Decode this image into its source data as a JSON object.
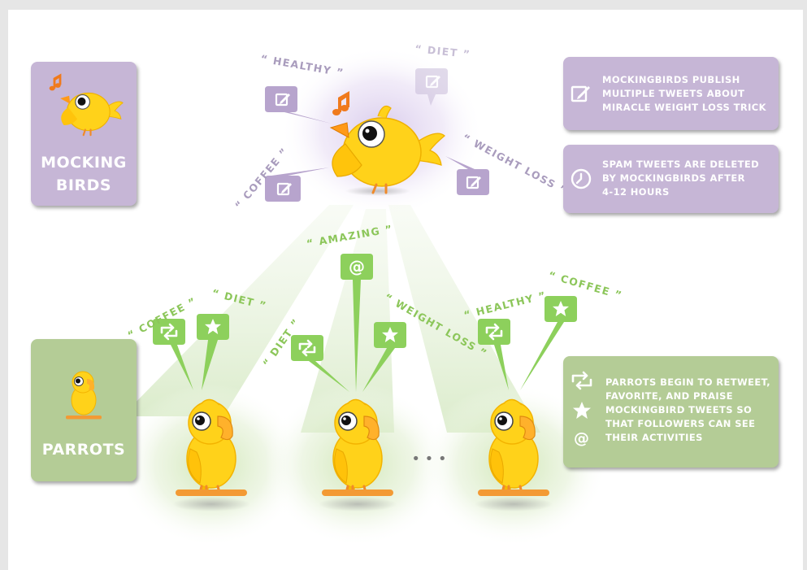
{
  "mockingbirds_card": {
    "title": "MOCKING\nBIRDS"
  },
  "parrots_card": {
    "title": "PARROTS"
  },
  "info": {
    "publish_text": "MOCKINGBIRDS PUBLISH\nMULTIPLE TWEETS ABOUT\nMIRACLE WEIGHT LOSS TRICK",
    "delete_text": "SPAM TWEETS  ARE DELETED\nBY MOCKINGBIRDS AFTER\n4-12 HOURS",
    "parrots_text": "PARROTS BEGIN TO RETWEET,\nFAVORITE, AND PRAISE\nMOCKINGBIRD TWEETS  SO\nTHAT FOLLOWERS CAN SEE\nTHEIR ACTIVITIES"
  },
  "mockingbird_labels": {
    "healthy": "“ HEALTHY ”",
    "diet": "“ DIET ”",
    "coffee": "“ COFFEE ”",
    "weight_loss": "“ WEIGHT LOSS ”"
  },
  "parrot_labels": {
    "coffee": "“ COFFEE ”",
    "diet_1": "“ DIET ”",
    "diet_2": "“ DIET ”",
    "amazing": "“ AMAZING ”",
    "weight_loss": "“ WEIGHT LOSS ”",
    "healthy": "“ HEALTHY ”",
    "coffee_2": "“ COFFEE ”"
  },
  "glyphs": {
    "at": "@"
  },
  "ellipsis": "• • •",
  "icons": [
    "music-note-icon",
    "compose-icon",
    "clock-icon",
    "retweet-icon",
    "star-icon",
    "at-icon"
  ],
  "colors": {
    "purple": "#c6b6d6",
    "green": "#b4cc96",
    "green_bubble": "#8dd05c",
    "purple_bubble": "#b7a4cd",
    "bird_yellow": "#ffd21a",
    "label_purple": "#a99cbd",
    "label_green": "#8cc65a"
  }
}
